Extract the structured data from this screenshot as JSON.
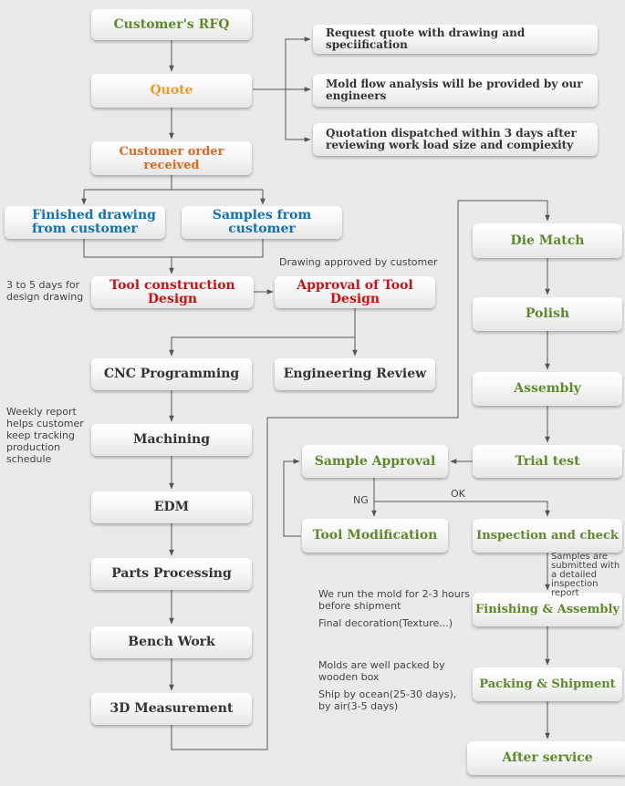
{
  "left_flow": {
    "rfq": "Customer's RFQ",
    "quote": "Quote",
    "order": "Customer order received",
    "finished_drawing": "Finished drawing\nfrom customer",
    "samples": "Samples from customer",
    "tool_design": "Tool construction Design",
    "approval": "Approval of  Tool Design",
    "cnc": "CNC Programming",
    "engineering_review": "Engineering Review",
    "machining": "Machining",
    "edm": "EDM",
    "parts_processing": "Parts Processing",
    "bench_work": "Bench Work",
    "measurement": "3D Measurement"
  },
  "quote_details": [
    "Request quote with drawing and speciification",
    "Mold flow analysis will be provided by our\nengineers",
    "Quotation dispatched within 3 days after\nreviewing work load size and compiexity"
  ],
  "right_flow": {
    "die_match": "Die Match",
    "polish": "Polish",
    "assembly": "Assembly",
    "trial_test": "Trial test",
    "sample_approval": "Sample Approval",
    "tool_modification": "Tool Modification",
    "inspection": "Inspection and check",
    "finishing": "Finishing & Assembly",
    "packing": "Packing & Shipment",
    "after_service": "After service"
  },
  "notes": {
    "drawing_approved": "Drawing approved by customer",
    "design_days": "3 to 5 days for\ndesign drawing",
    "weekly_report": "Weekly report\nhelps customer\nkeep tracking\nproduction\nschedule",
    "ng": "NG",
    "ok": "OK",
    "samples_submitted": "Samples are\nsubmitted with\na detailed\ninspection report",
    "run_mold": "We run the mold for 2-3 hours\nbefore shipment",
    "final_decoration": "Final decoration(Texture...)",
    "packed": "Molds are well packed by\nwooden box",
    "ship": "Ship by ocean(25-30 days),\nby air(3-5 days)"
  },
  "colors": {
    "green": "#5d8b2c",
    "orange": "#f19a28",
    "orange_red": "#e2661f",
    "blue": "#1372b4",
    "red": "#cc1111",
    "line": "#555555",
    "background": "#eaeaea"
  }
}
